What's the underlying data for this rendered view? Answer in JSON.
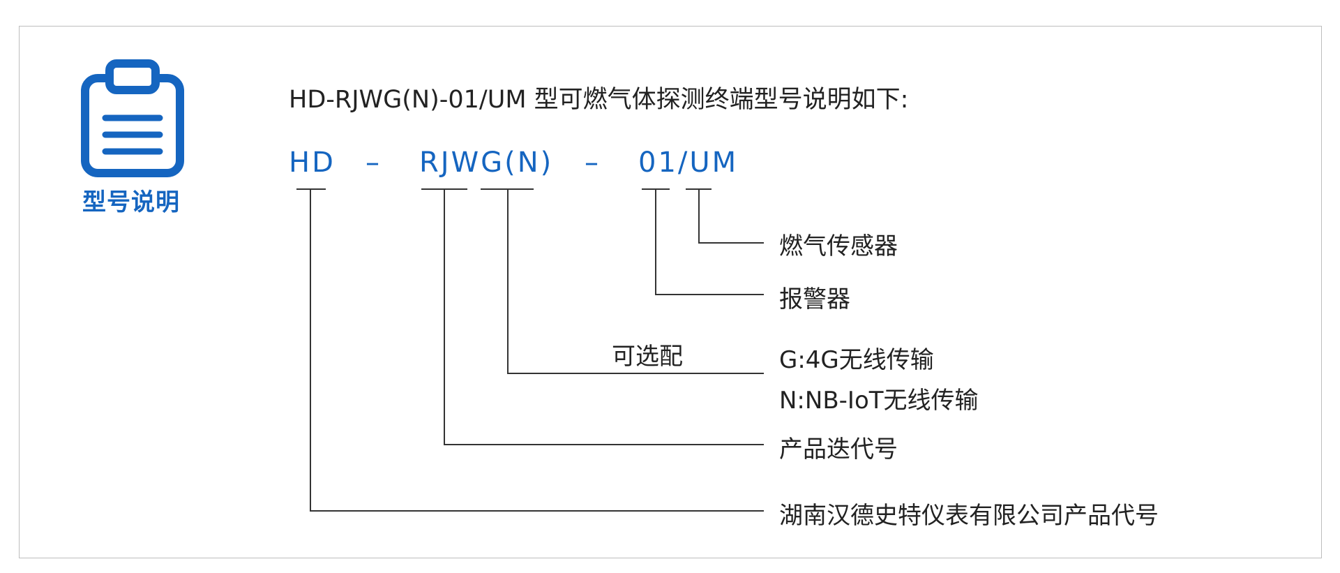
{
  "header": {
    "title": "HD-RJWG(N)-01/UM 型可燃气体探测终端型号说明如下:"
  },
  "badge": {
    "label": "型号说明",
    "icon": "clipboard-icon"
  },
  "model_code": {
    "part_hd": "HD",
    "dash_1": "–",
    "part_rjwg": "RJWG(N)",
    "dash_2": "–",
    "part_01um": "01/UM"
  },
  "legend": {
    "gas_sensor": "燃气传感器",
    "alarm": "报警器",
    "optional": "可选配",
    "option_g": "G:4G无线传输",
    "option_n": "N:NB-IoT无线传输",
    "iteration": "产品迭代号",
    "company_code": "湖南汉德史特仪表有限公司产品代号"
  },
  "colors": {
    "accent": "#1565c0",
    "text": "#222222",
    "line": "#333333",
    "border": "#bdbdbd"
  }
}
